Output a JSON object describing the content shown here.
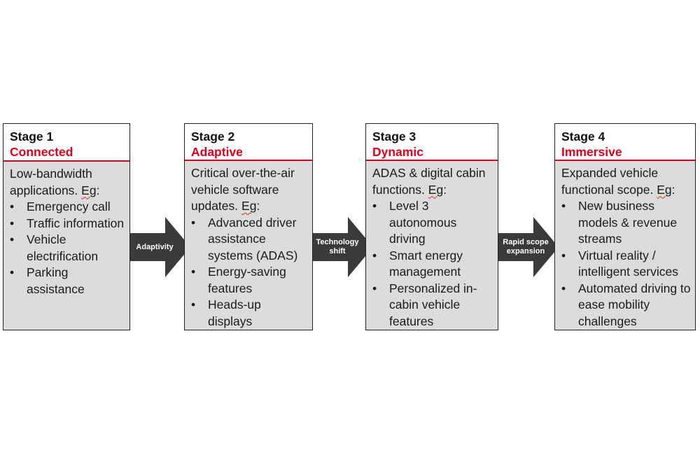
{
  "stages": [
    {
      "number": "Stage 1",
      "name": "Connected",
      "intro": "Low-bandwidth applications.",
      "eg": "Eg",
      "bullets": [
        "Emergency call",
        "Traffic information",
        "Vehicle electrification",
        "Parking assistance"
      ]
    },
    {
      "number": "Stage 2",
      "name": "Adaptive",
      "intro": "Critical over-the-air vehicle software updates.",
      "eg": "Eg",
      "bullets": [
        "Advanced driver assistance systems (ADAS)",
        "Energy-saving features",
        "Heads-up displays"
      ]
    },
    {
      "number": "Stage 3",
      "name": "Dynamic",
      "intro": "ADAS & digital cabin functions.",
      "eg": "Eg",
      "bullets": [
        "Level 3 autonomous driving",
        "Smart energy management",
        "Personalized in-cabin vehicle features"
      ]
    },
    {
      "number": "Stage 4",
      "name": "Immersive",
      "intro": "Expanded vehicle functional scope.",
      "eg": "Eg",
      "bullets": [
        "New business models & revenue streams",
        "Virtual reality / intelligent services",
        "Automated driving to ease mobility challenges"
      ]
    }
  ],
  "arrows": [
    {
      "label": "Adaptivity"
    },
    {
      "label": "Technology shift"
    },
    {
      "label": "Rapid scope expansion"
    }
  ],
  "colors": {
    "stage_name": "#e1001a",
    "box_fill": "#dcdcdc",
    "arrow_fill": "#3a3a3a"
  }
}
